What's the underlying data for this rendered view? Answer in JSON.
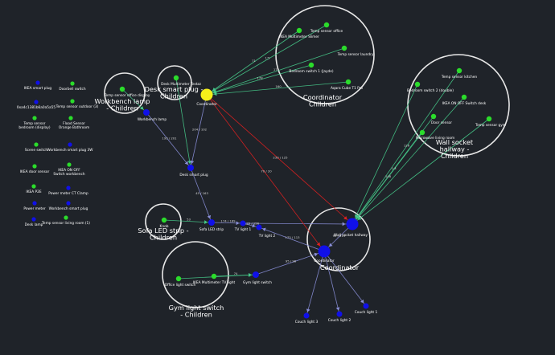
{
  "colors": {
    "background": "#1f2329",
    "router": "#2bdc2b",
    "end_device": "#1010e8",
    "coordinator": "#f5f01a",
    "group_ring": "#e8e8e8",
    "edge_router": "#46c98a",
    "edge_device": "#8a8fd8",
    "edge_coordinator": "#e02020"
  },
  "groups": [
    {
      "id": "coordinator-children",
      "title": [
        "Coordinator",
        "Children"
      ]
    },
    {
      "id": "wall-socket-hallway-children",
      "title": [
        "Wall socket",
        "hallway -",
        "Children"
      ]
    },
    {
      "id": "workbench-lamp-children",
      "title": [
        "Workbench lamp",
        "- Children"
      ]
    },
    {
      "id": "desk-smart-plug-children",
      "title": [
        "Desk smart plug -",
        "Children"
      ]
    },
    {
      "id": "sofa-led-strip-children",
      "title": [
        "Sofa LED strip -",
        "Children"
      ]
    },
    {
      "id": "gym-light-switch-children",
      "title": [
        "Gym light switch",
        "- Children"
      ]
    },
    {
      "id": "sub-coordinator",
      "title": [
        "Coordinator"
      ]
    }
  ],
  "nodes": [
    {
      "id": "coordinator",
      "label": "Coordinator",
      "kind": "coordinator"
    },
    {
      "id": "ikea-multimeter-slimer",
      "label": "IKEA Multimeter Slimer",
      "kind": "router"
    },
    {
      "id": "temp-sensor-office",
      "label": "Temp sensor office",
      "kind": "router"
    },
    {
      "id": "temp-sensor-laundry",
      "label": "Temp sensor laundry",
      "kind": "router"
    },
    {
      "id": "bedroom-switch-1",
      "label": "Bedroom switch 1 (Jayde)",
      "kind": "router"
    },
    {
      "id": "aqara-cube-t1",
      "label": "Aqara Cube T1 Pro",
      "kind": "router"
    },
    {
      "id": "temp-sensor-kitchen",
      "label": "Temp sensor kitchen",
      "kind": "router"
    },
    {
      "id": "bedroom-switch-2",
      "label": "Bedroom switch 2 (double)",
      "kind": "router"
    },
    {
      "id": "ikea-on-off-switch-desk",
      "label": "IKEA ON OFF Switch desk",
      "kind": "router"
    },
    {
      "id": "door-sensor",
      "label": "Door sensor",
      "kind": "router"
    },
    {
      "id": "temp-sensor-gym",
      "label": "Temp sensor gym",
      "kind": "router"
    },
    {
      "id": "microwave-living-room",
      "label": "Microwave living room",
      "kind": "router"
    },
    {
      "id": "wall-socket-hallway",
      "label": "Wall socket hallway",
      "kind": "end_device"
    },
    {
      "id": "temp-sensor-office-display",
      "label": "Temp sensor office display",
      "kind": "router"
    },
    {
      "id": "workbench-lamp",
      "label": "Workbench lamp",
      "kind": "end_device"
    },
    {
      "id": "desk-multimeter-testzz",
      "label": "Desk Multimeter Testzz",
      "kind": "router"
    },
    {
      "id": "desk-smart-plug",
      "label": "Desk smart plug",
      "kind": "end_device"
    },
    {
      "id": "knob",
      "label": "Knob",
      "kind": "router"
    },
    {
      "id": "sofa-led-strip",
      "label": "Sofa LED strip",
      "kind": "end_device"
    },
    {
      "id": "tv-light-1",
      "label": "TV light 1",
      "kind": "end_device"
    },
    {
      "id": "tv-light-2",
      "label": "TV light 2",
      "kind": "end_device"
    },
    {
      "id": "sub-coordinator",
      "label": "Coordinator",
      "kind": "end_device"
    },
    {
      "id": "office-light-switch",
      "label": "Office light switch",
      "kind": "router"
    },
    {
      "id": "ikea-multimeter-tv-light",
      "label": "IKEA Multimeter TV light",
      "kind": "router"
    },
    {
      "id": "gym-light-switch",
      "label": "Gym light switch",
      "kind": "end_device"
    },
    {
      "id": "couch-light-3",
      "label": "Couch light 3",
      "kind": "end_device"
    },
    {
      "id": "couch-light-2",
      "label": "Couch light 2",
      "kind": "end_device"
    },
    {
      "id": "couch-light-1",
      "label": "Couch light 1",
      "kind": "end_device"
    },
    {
      "id": "ikea-smart-plug",
      "label": "IKEA smart plug",
      "kind": "end_device"
    },
    {
      "id": "doorbell-switch",
      "label": "Doorbell switch",
      "kind": "router"
    },
    {
      "id": "0xa4c138",
      "label": "0xa4c1381b6a0a5a55",
      "kind": "end_device"
    },
    {
      "id": "temp-sensor-outdoor",
      "label": "Temp sensor outdoor (3)",
      "kind": "router"
    },
    {
      "id": "temp-sensor-bedroom",
      "label": "Temp sensor bedroom (display)",
      "kind": "router"
    },
    {
      "id": "flood-sensor-bathroom",
      "label": "Flood Sensor Orange Bathroom",
      "kind": "router"
    },
    {
      "id": "scene-switch",
      "label": "Scene switch",
      "kind": "router"
    },
    {
      "id": "workbench-smart-plug-3w",
      "label": "Workbench smart plug 3W",
      "kind": "end_device"
    },
    {
      "id": "ikea-door-sensor",
      "label": "IKEA door sensor",
      "kind": "router"
    },
    {
      "id": "ikea-on-off-workbench",
      "label": "IKEA ON OFF Switch workbench",
      "kind": "router"
    },
    {
      "id": "ikea-p2e",
      "label": "IKEA P2E",
      "kind": "router"
    },
    {
      "id": "power-meter-ct-clamp",
      "label": "Power meter CT Clamp",
      "kind": "end_device"
    },
    {
      "id": "power-meter",
      "label": "Power meter",
      "kind": "end_device"
    },
    {
      "id": "workbench-smart-plug",
      "label": "Workbench smart plug",
      "kind": "end_device"
    },
    {
      "id": "desk-lamp",
      "label": "Desk lamp",
      "kind": "end_device"
    },
    {
      "id": "temp-sensor-living-room",
      "label": "Temp sensor living room (1)",
      "kind": "router"
    }
  ],
  "edges": [
    {
      "from": "ikea-multimeter-slimer",
      "to": "coordinator",
      "kind": "router",
      "label": "71"
    },
    {
      "from": "temp-sensor-office",
      "to": "coordinator",
      "kind": "router",
      "label": "1:5"
    },
    {
      "from": "temp-sensor-laundry",
      "to": "coordinator",
      "kind": "router",
      "label": "175"
    },
    {
      "from": "bedroom-switch-1",
      "to": "coordinator",
      "kind": "router",
      "label": "178"
    },
    {
      "from": "aqara-cube-t1",
      "to": "coordinator",
      "kind": "router",
      "label": "160"
    },
    {
      "from": "temp-sensor-office-display",
      "to": "workbench-lamp",
      "kind": "router",
      "label": ""
    },
    {
      "from": "workbench-lamp",
      "to": "desk-smart-plug",
      "kind": "device",
      "label": "193 / 201"
    },
    {
      "from": "desk-multimeter-testzz",
      "to": "desk-smart-plug",
      "kind": "router",
      "label": ""
    },
    {
      "from": "coordinator",
      "to": "desk-smart-plug",
      "kind": "device",
      "label": "204 / 102"
    },
    {
      "from": "desk-smart-plug",
      "to": "sofa-led-strip",
      "kind": "device",
      "label": "45 / 163"
    },
    {
      "from": "knob",
      "to": "sofa-led-strip",
      "kind": "router",
      "label": "53"
    },
    {
      "from": "sofa-led-strip",
      "to": "tv-light-1",
      "kind": "device",
      "label": "174 / 189"
    },
    {
      "from": "tv-light-1",
      "to": "tv-light-2",
      "kind": "device",
      "label": "120 / 156"
    },
    {
      "from": "tv-light-1",
      "to": "wall-socket-hallway",
      "kind": "device",
      "label": ""
    },
    {
      "from": "sub-coordinator",
      "to": "tv-light-2",
      "kind": "device",
      "label": "173 / 113"
    },
    {
      "from": "coordinator",
      "to": "wall-socket-hallway",
      "kind": "coordinator",
      "label": "233 / 125"
    },
    {
      "from": "coordinator",
      "to": "sub-coordinator",
      "kind": "coordinator",
      "label": "70 / 20"
    },
    {
      "from": "wall-socket-hallway",
      "to": "sub-coordinator",
      "kind": "device",
      "label": "95 / 215"
    },
    {
      "from": "temp-sensor-kitchen",
      "to": "wall-socket-hallway",
      "kind": "router",
      "label": "126"
    },
    {
      "from": "bedroom-switch-2",
      "to": "wall-socket-hallway",
      "kind": "router",
      "label": ""
    },
    {
      "from": "ikea-on-off-switch-desk",
      "to": "wall-socket-hallway",
      "kind": "router",
      "label": ""
    },
    {
      "from": "door-sensor",
      "to": "wall-socket-hallway",
      "kind": "router",
      "label": "1:3"
    },
    {
      "from": "temp-sensor-gym",
      "to": "wall-socket-hallway",
      "kind": "router",
      "label": ""
    },
    {
      "from": "microwave-living-room",
      "to": "wall-socket-hallway",
      "kind": "router",
      "label": "148"
    },
    {
      "from": "office-light-switch",
      "to": "gym-light-switch",
      "kind": "router",
      "label": ""
    },
    {
      "from": "ikea-multimeter-tv-light",
      "to": "gym-light-switch",
      "kind": "router",
      "label": "74"
    },
    {
      "from": "gym-light-switch",
      "to": "sub-coordinator",
      "kind": "device",
      "label": "95 / 98"
    },
    {
      "from": "sub-coordinator",
      "to": "couch-light-3",
      "kind": "device",
      "label": ""
    },
    {
      "from": "sub-coordinator",
      "to": "couch-light-2",
      "kind": "device",
      "label": ""
    },
    {
      "from": "sub-coordinator",
      "to": "couch-light-1",
      "kind": "device",
      "label": ""
    }
  ]
}
